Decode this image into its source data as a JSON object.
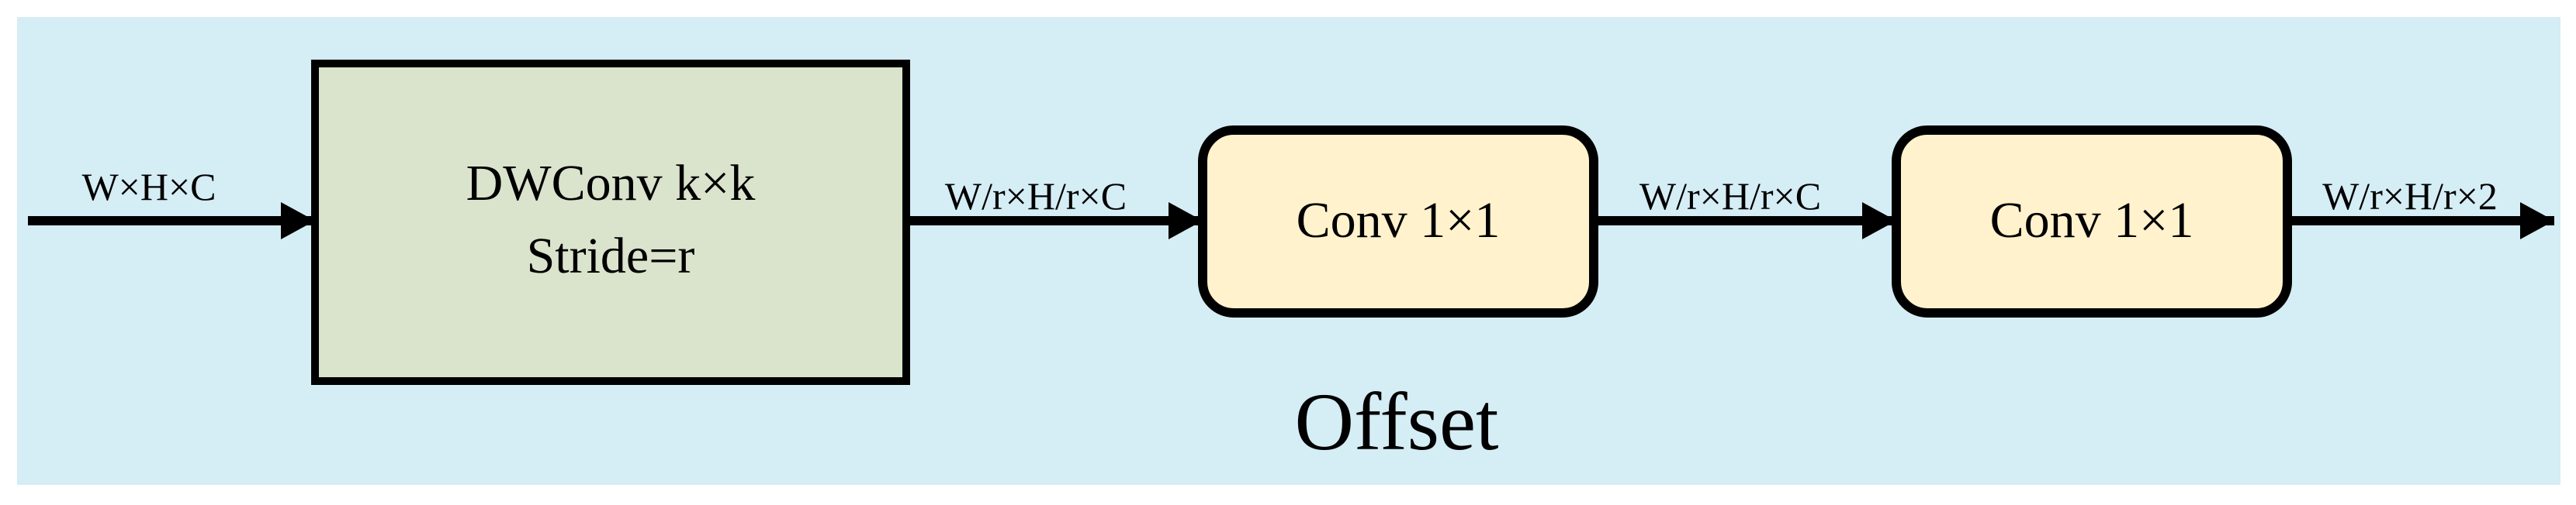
{
  "diagram": {
    "colors": {
      "panel_background": "#d5edf5",
      "dwconv_fill": "#dae3cc",
      "conv_fill": "#fff2cc",
      "stroke": "#000000"
    },
    "blocks": {
      "dwconv": {
        "line1": "DWConv k×k",
        "line2": "Stride=r"
      },
      "conv1": {
        "label": "Conv 1×1"
      },
      "conv2": {
        "label": "Conv 1×1"
      }
    },
    "edges": {
      "input": "W×H×C",
      "after_dwconv": "W/r×H/r×C",
      "after_conv1": "W/r×H/r×C",
      "output": "W/r×H/r×2"
    },
    "caption": "Offset"
  }
}
